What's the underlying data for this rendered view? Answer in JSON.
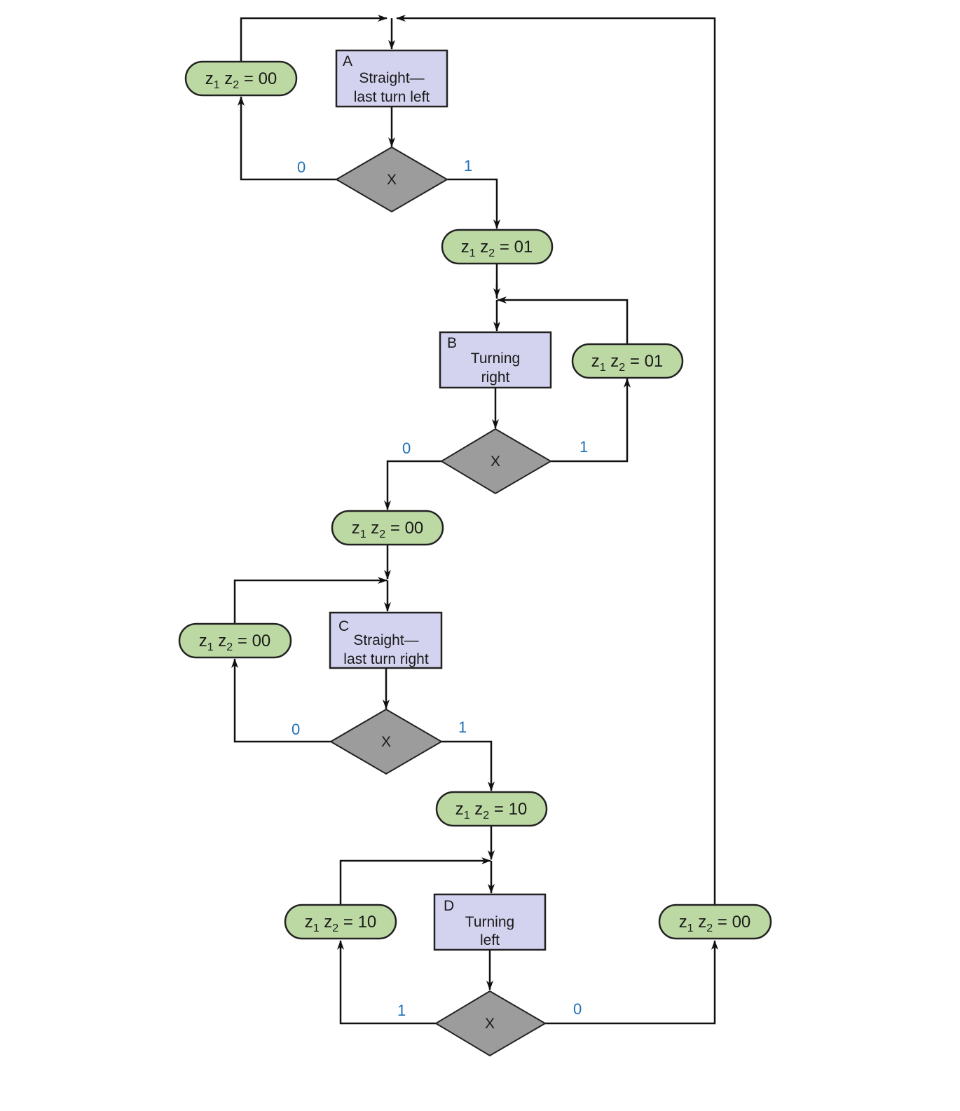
{
  "colors": {
    "state_fill": "#d3d2ef",
    "output_fill": "#bcd9a3",
    "decision_fill": "#9c9c9c",
    "branch_label": "#1f6fb5"
  },
  "states": {
    "A": {
      "letter": "A",
      "line1": "Straight—",
      "line2": "last turn left"
    },
    "B": {
      "letter": "B",
      "line1": "Turning",
      "line2": "right"
    },
    "C": {
      "letter": "C",
      "line1": "Straight—",
      "line2": "last turn right"
    },
    "D": {
      "letter": "D",
      "line1": "Turning",
      "line2": "left"
    }
  },
  "decision_text": "X",
  "outputs": {
    "a0": {
      "value": "00"
    },
    "a1": {
      "value": "01"
    },
    "b1": {
      "value": "01"
    },
    "b0": {
      "value": "00"
    },
    "c0": {
      "value": "00"
    },
    "c1": {
      "value": "10"
    },
    "d1": {
      "value": "10"
    },
    "d0": {
      "value": "00"
    }
  },
  "output_var": {
    "z": "z",
    "sub1": "1",
    "sub2": "2",
    "eq": "="
  },
  "branches": {
    "a_zero": "0",
    "a_one": "1",
    "b_zero": "0",
    "b_one": "1",
    "c_zero": "0",
    "c_one": "1",
    "d_one": "1",
    "d_zero": "0"
  }
}
